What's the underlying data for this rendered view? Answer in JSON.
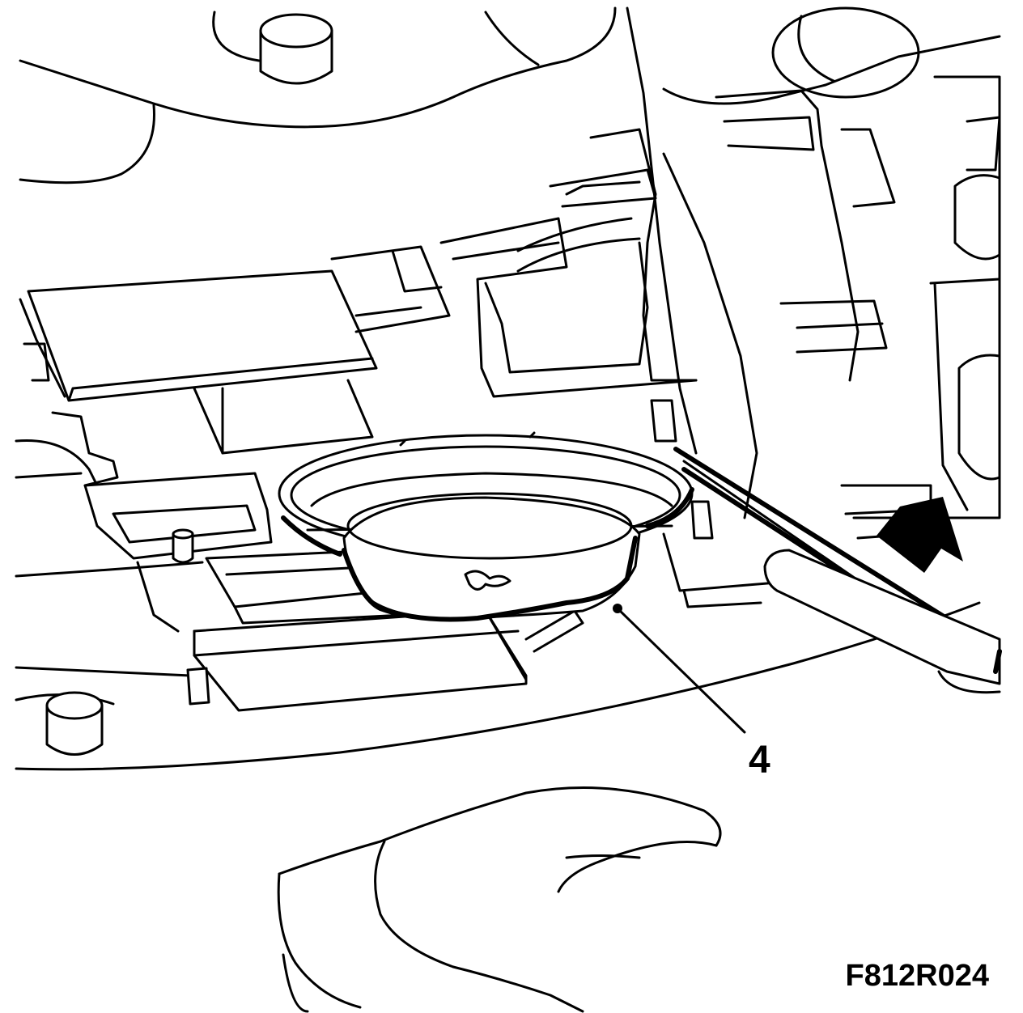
{
  "callouts": [
    {
      "id": "4",
      "text": "4"
    }
  ],
  "figure_code": "F812R024",
  "colors": {
    "line": "#000000",
    "background": "#ffffff"
  },
  "icons": {
    "direction": "arrow-icon"
  }
}
